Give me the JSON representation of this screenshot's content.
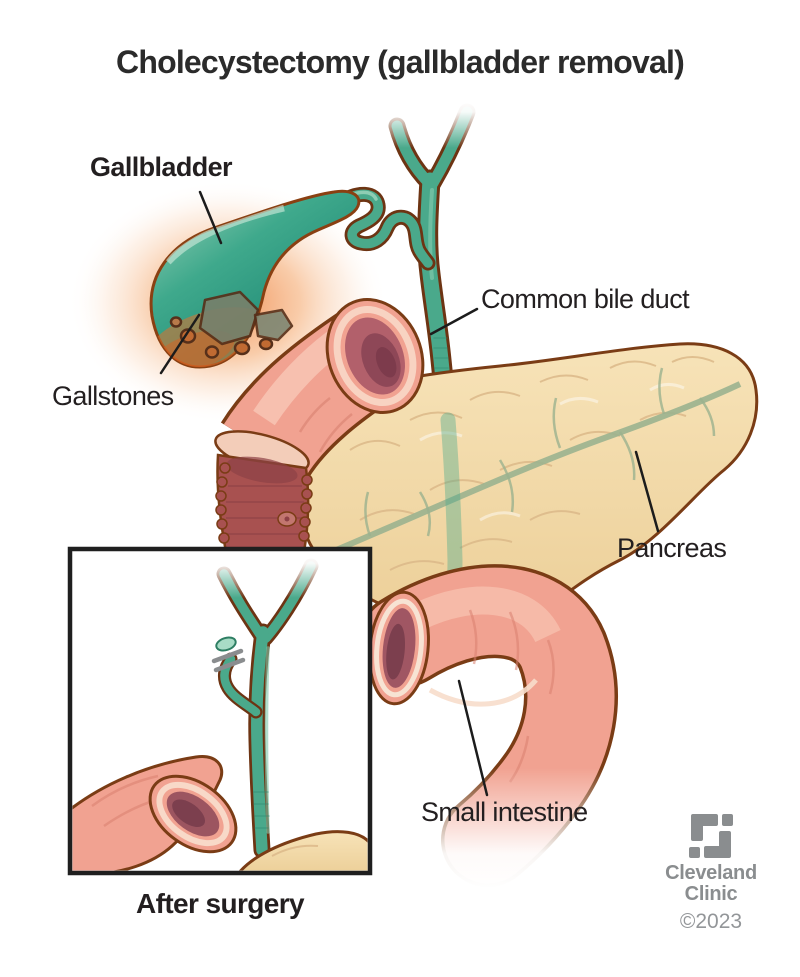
{
  "title": "Cholecystectomy (gallbladder removal)",
  "labels": {
    "gallbladder": "Gallbladder",
    "gallstones": "Gallstones",
    "common_bile_duct": "Common bile duct",
    "pancreas": "Pancreas",
    "small_intestine": "Small intestine",
    "after_surgery": "After surgery"
  },
  "branding": {
    "org_line1": "Cleveland",
    "org_line2": "Clinic",
    "copyright": "©2023"
  },
  "colors": {
    "text": "#231f20",
    "brand_gray": "#8a8d8f",
    "duct_green": "#4aa98b",
    "gallbladder_teal": "#2f9c82",
    "intestine_salmon": "#f1a291",
    "intestine_lumen": "#a05663",
    "pancreas_cream": "#f4dcab",
    "outline_brown": "#7a3c15",
    "inflammation_orange": "#ee7f3e",
    "gallstone_gray": "#77806b"
  }
}
